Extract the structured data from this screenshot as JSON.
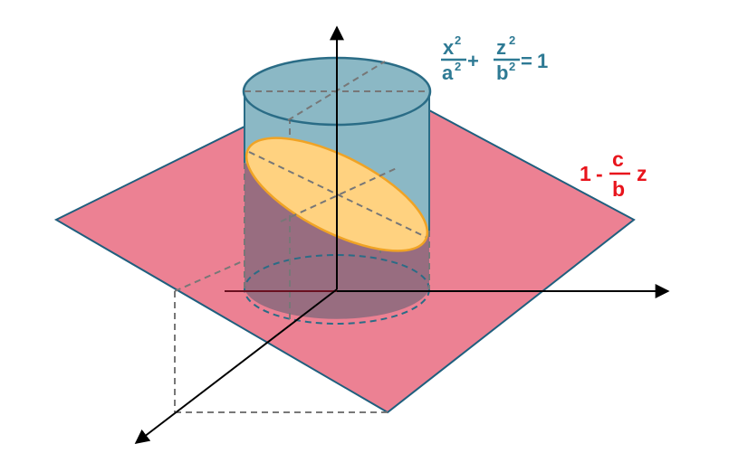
{
  "colors": {
    "plane_fill": "#ec8193",
    "plane_edge": "#1f5f7e",
    "cylinder_fill": "#8bb8c5",
    "cylinder_edge": "#2a6c86",
    "cylinder_inside_fill": "#8a6a7d",
    "ellipse_fill": "#ffd280",
    "ellipse_edge": "#f0a325",
    "axis": "#000000",
    "x_axis_red": "#6a1020",
    "dashed": "#777777",
    "cylinder_label": "#2e7a94",
    "plane_label": "#e8141c"
  },
  "labels": {
    "cylinder_eq": {
      "x_num": "x",
      "x_exp": "2",
      "a_den": "a",
      "a_exp": "2",
      "plus": "+",
      "z_num": "z",
      "z_exp": "2",
      "b_den": "b",
      "b_exp": "2",
      "equals": "=",
      "rhs": "1"
    },
    "plane_eq": {
      "one": "1",
      "minus": "-",
      "c_num": "c",
      "b_den": "b",
      "z": "z"
    }
  }
}
